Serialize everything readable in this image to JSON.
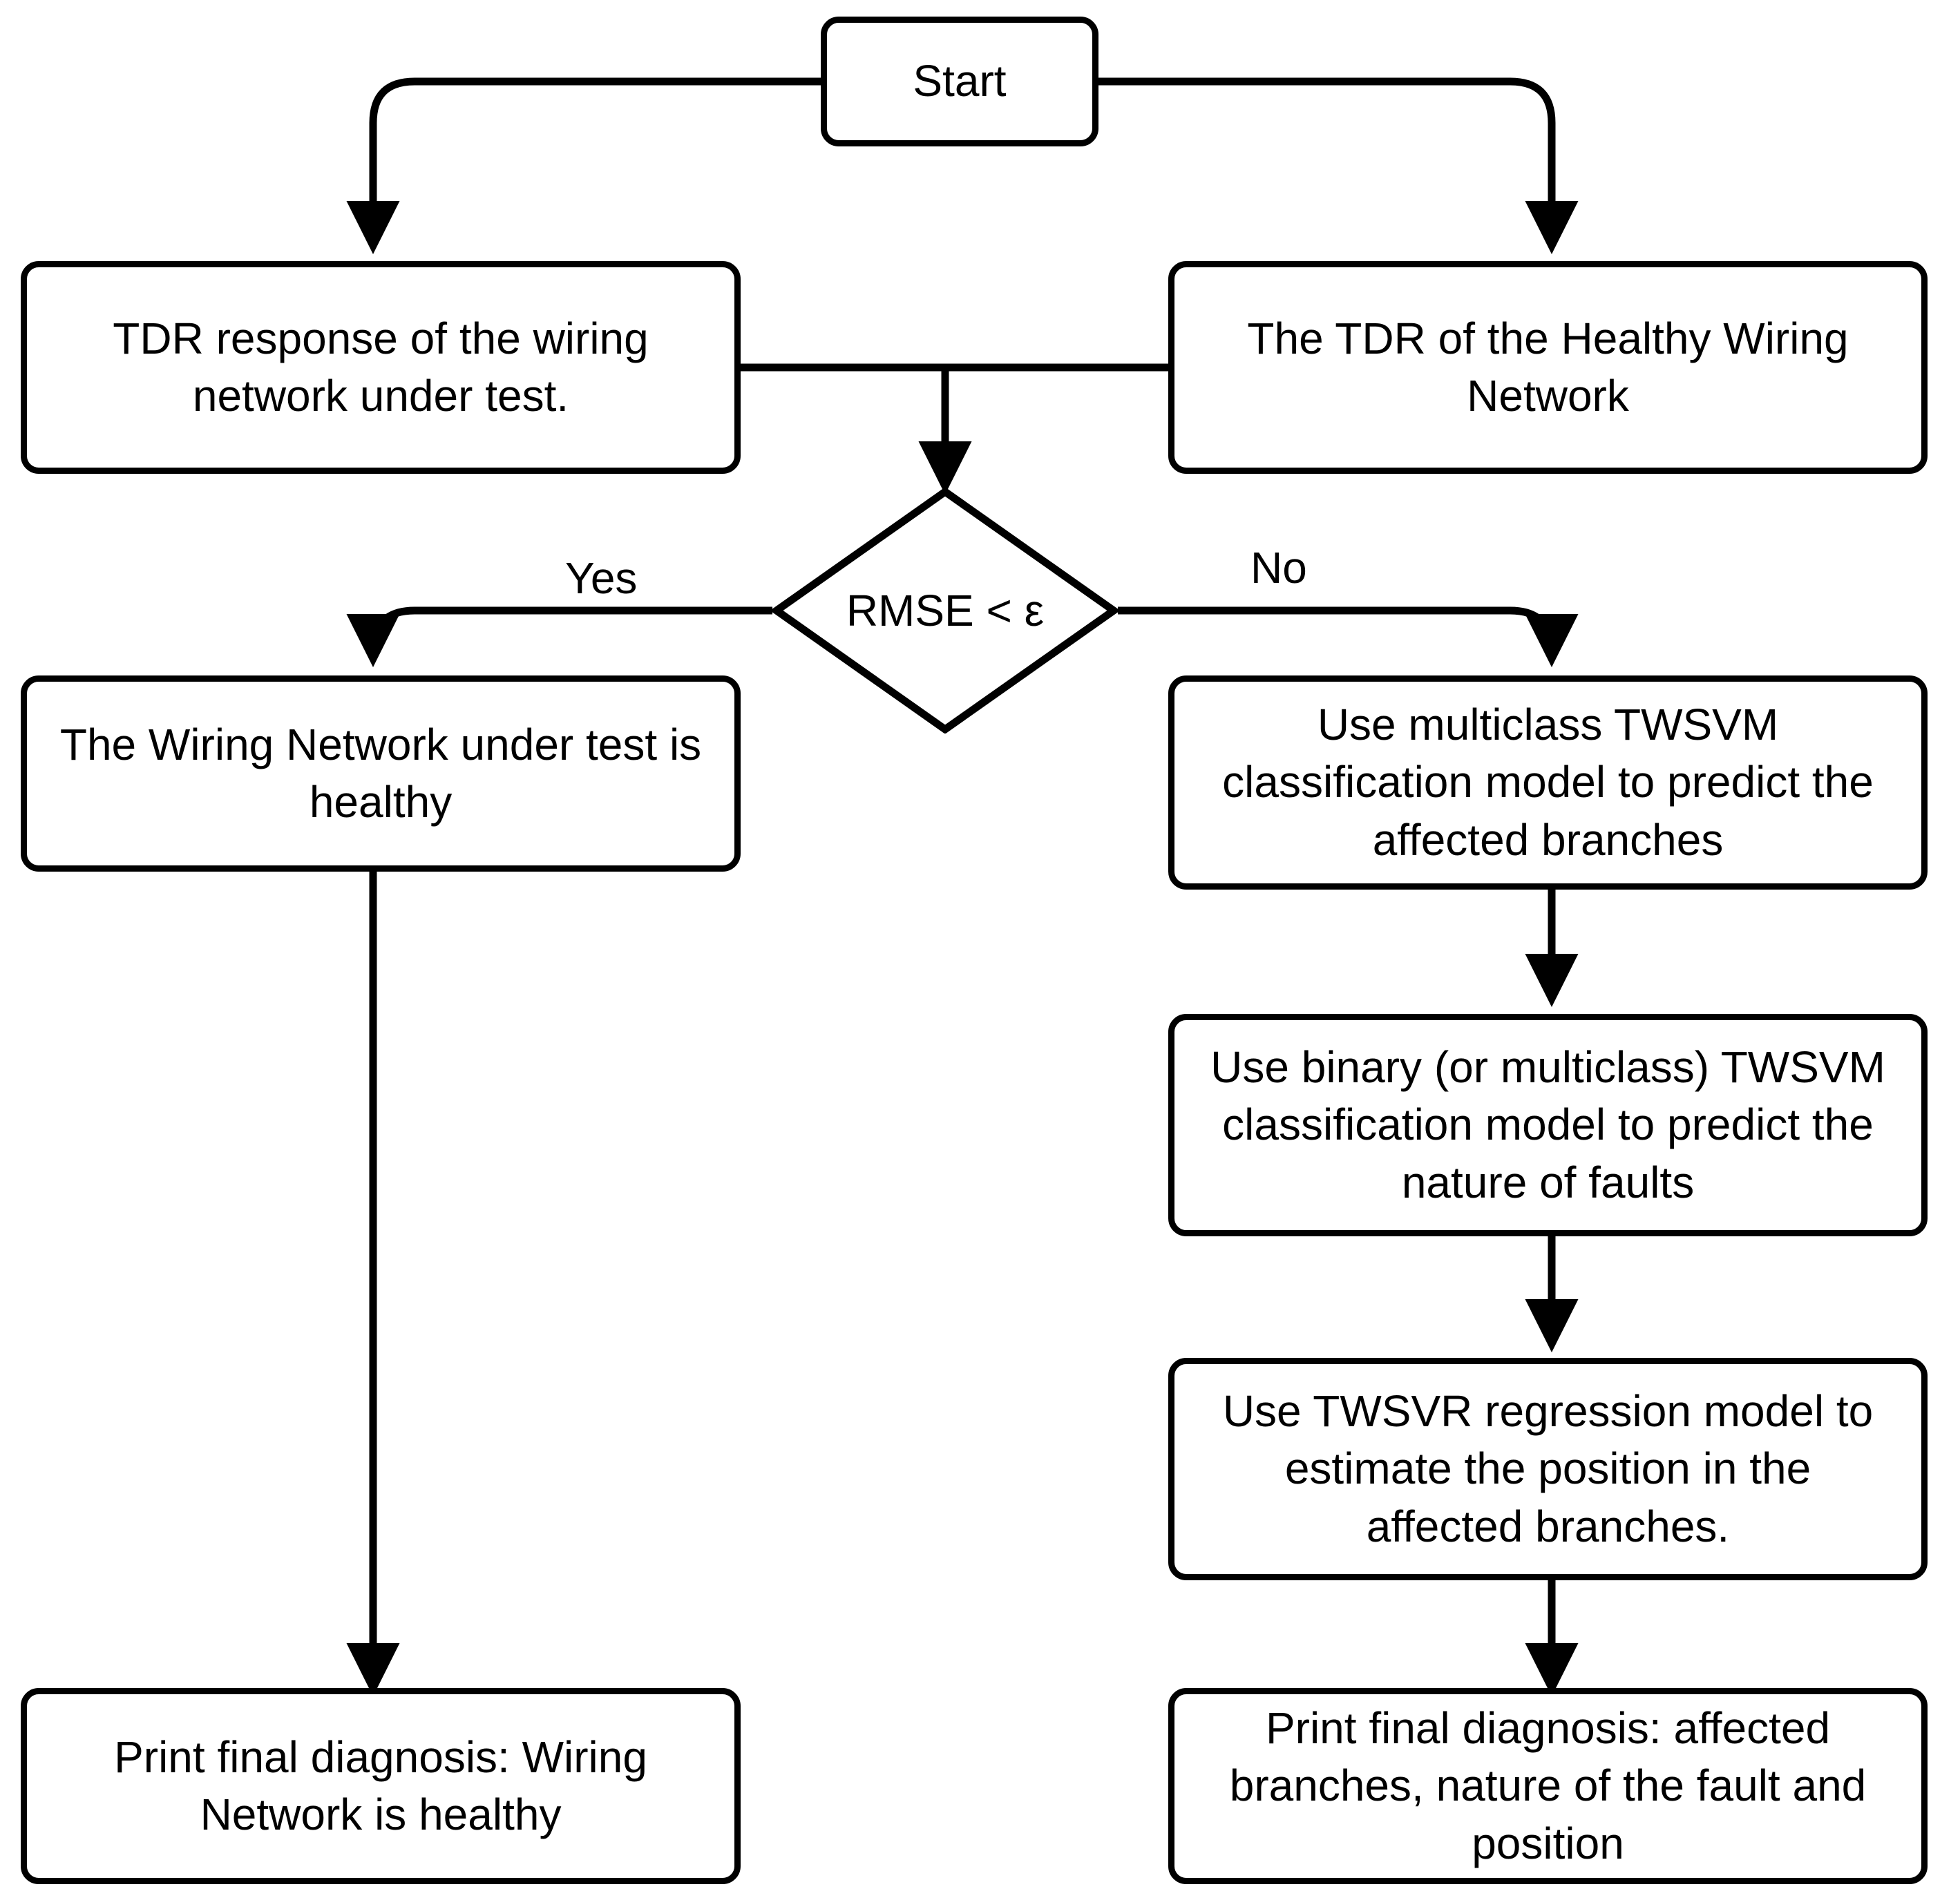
{
  "diagram": {
    "title": "TDR wiring-network fault diagnosis flowchart",
    "type": "flowchart",
    "colors": {
      "stroke": "#000000",
      "fill": "#ffffff",
      "text": "#000000"
    },
    "nodes": {
      "start": {
        "label": "Start",
        "shape": "rounded-rect"
      },
      "tdr_under_test": {
        "label": "TDR response of the wiring\nnetwork under test.",
        "shape": "rounded-rect"
      },
      "tdr_healthy": {
        "label": "The TDR of the Healthy Wiring\nNetwork",
        "shape": "rounded-rect"
      },
      "decision": {
        "label": "RMSE < ε",
        "shape": "diamond"
      },
      "network_healthy": {
        "label": "The Wiring Network under test is\nhealthy",
        "shape": "rounded-rect"
      },
      "multiclass_twsvm": {
        "label": "Use multiclass TWSVM\nclassification model to predict the\naffected branches",
        "shape": "rounded-rect"
      },
      "binary_twsvm": {
        "label": "Use binary (or multiclass) TWSVM\nclassification model to  predict the\nnature of faults",
        "shape": "rounded-rect"
      },
      "twsvr_regression": {
        "label": "Use TWSVR  regression model to\nestimate the position in the\naffected branches.",
        "shape": "rounded-rect"
      },
      "print_healthy": {
        "label": "Print final diagnosis: Wiring\nNetwork is healthy",
        "shape": "rounded-rect"
      },
      "print_faults": {
        "label": "Print final diagnosis: affected\nbranches, nature of the fault and\nposition",
        "shape": "rounded-rect"
      }
    },
    "edge_labels": {
      "yes": "Yes",
      "no": "No"
    },
    "edges": [
      {
        "from": "start",
        "to": "tdr_under_test",
        "label": ""
      },
      {
        "from": "start",
        "to": "tdr_healthy",
        "label": ""
      },
      {
        "from": "tdr_under_test",
        "to": "decision",
        "label": ""
      },
      {
        "from": "tdr_healthy",
        "to": "decision",
        "label": ""
      },
      {
        "from": "decision",
        "to": "network_healthy",
        "label": "Yes"
      },
      {
        "from": "decision",
        "to": "multiclass_twsvm",
        "label": "No"
      },
      {
        "from": "network_healthy",
        "to": "print_healthy",
        "label": ""
      },
      {
        "from": "multiclass_twsvm",
        "to": "binary_twsvm",
        "label": ""
      },
      {
        "from": "binary_twsvm",
        "to": "twsvr_regression",
        "label": ""
      },
      {
        "from": "twsvr_regression",
        "to": "print_faults",
        "label": ""
      }
    ]
  }
}
